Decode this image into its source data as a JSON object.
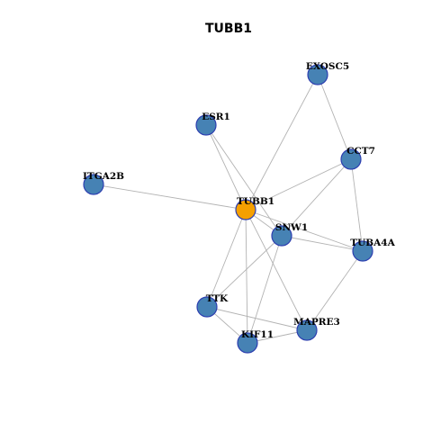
{
  "title": "TUBB1",
  "colors": {
    "center_node": "#f5a000",
    "node": "#4682b4",
    "node_border": "#2d3fb0",
    "edge": "#b3b3b3"
  },
  "nodes": [
    {
      "id": "TUBB1",
      "label": "TUBB1",
      "center": true
    },
    {
      "id": "EXOSC5",
      "label": "EXOSC5"
    },
    {
      "id": "ESR1",
      "label": "ESR1"
    },
    {
      "id": "CCT7",
      "label": "CCT7"
    },
    {
      "id": "ITGA2B",
      "label": "ITGA2B"
    },
    {
      "id": "SNW1",
      "label": "SNW1"
    },
    {
      "id": "TUBA4A",
      "label": "TUBA4A"
    },
    {
      "id": "TTK",
      "label": "TTK"
    },
    {
      "id": "MAPRE3",
      "label": "MAPRE3"
    },
    {
      "id": "KIF11",
      "label": "KIF11"
    }
  ],
  "edges": [
    [
      "TUBB1",
      "EXOSC5"
    ],
    [
      "TUBB1",
      "ESR1"
    ],
    [
      "TUBB1",
      "ITGA2B"
    ],
    [
      "TUBB1",
      "CCT7"
    ],
    [
      "TUBB1",
      "SNW1"
    ],
    [
      "TUBB1",
      "TUBA4A"
    ],
    [
      "TUBB1",
      "TTK"
    ],
    [
      "TUBB1",
      "KIF11"
    ],
    [
      "TUBB1",
      "MAPRE3"
    ],
    [
      "EXOSC5",
      "CCT7"
    ],
    [
      "ESR1",
      "SNW1"
    ],
    [
      "CCT7",
      "SNW1"
    ],
    [
      "CCT7",
      "TUBA4A"
    ],
    [
      "SNW1",
      "TUBA4A"
    ],
    [
      "SNW1",
      "TTK"
    ],
    [
      "SNW1",
      "KIF11"
    ],
    [
      "TUBA4A",
      "MAPRE3"
    ],
    [
      "TTK",
      "KIF11"
    ],
    [
      "TTK",
      "MAPRE3"
    ],
    [
      "KIF11",
      "MAPRE3"
    ]
  ]
}
